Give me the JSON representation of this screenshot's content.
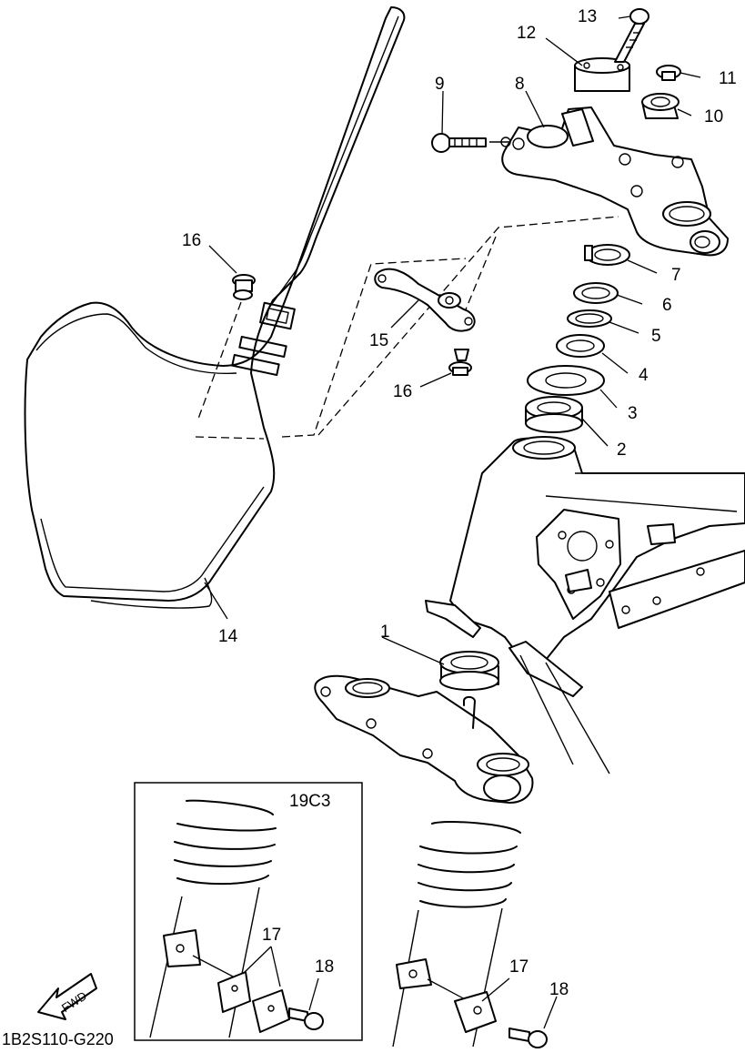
{
  "diagram": {
    "callouts": [
      {
        "id": "c1",
        "text": "1"
      },
      {
        "id": "c2",
        "text": "2"
      },
      {
        "id": "c3",
        "text": "3"
      },
      {
        "id": "c4",
        "text": "4"
      },
      {
        "id": "c5",
        "text": "5"
      },
      {
        "id": "c6",
        "text": "6"
      },
      {
        "id": "c7",
        "text": "7"
      },
      {
        "id": "c8",
        "text": "8"
      },
      {
        "id": "c9",
        "text": "9"
      },
      {
        "id": "c10",
        "text": "10"
      },
      {
        "id": "c11",
        "text": "11"
      },
      {
        "id": "c12",
        "text": "12"
      },
      {
        "id": "c13",
        "text": "13"
      },
      {
        "id": "c14",
        "text": "14"
      },
      {
        "id": "c15",
        "text": "15"
      },
      {
        "id": "c16a",
        "text": "16"
      },
      {
        "id": "c16b",
        "text": "16"
      },
      {
        "id": "c17a",
        "text": "17"
      },
      {
        "id": "c17b",
        "text": "17"
      },
      {
        "id": "c18a",
        "text": "18"
      },
      {
        "id": "c18b",
        "text": "18"
      }
    ],
    "inset_label": "19C3",
    "fwd_label": "FWD",
    "drawing_code": "1B2S110-G220"
  }
}
